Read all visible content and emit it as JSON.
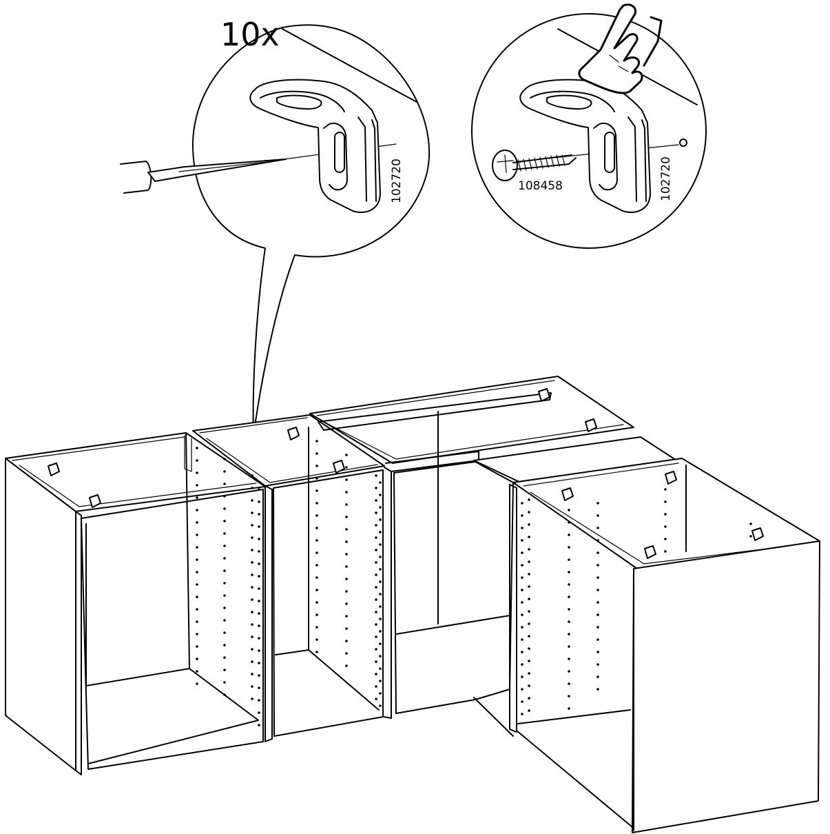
{
  "instruction": {
    "quantity_label": "10x",
    "bracket_part_number": "102720",
    "screw_part_number": "108458"
  },
  "icons": {
    "awl_tool": "awl-icon",
    "bracket": "corner-bracket-icon",
    "screw": "screw-icon",
    "hand_pointer": "hand-pointer-icon"
  }
}
